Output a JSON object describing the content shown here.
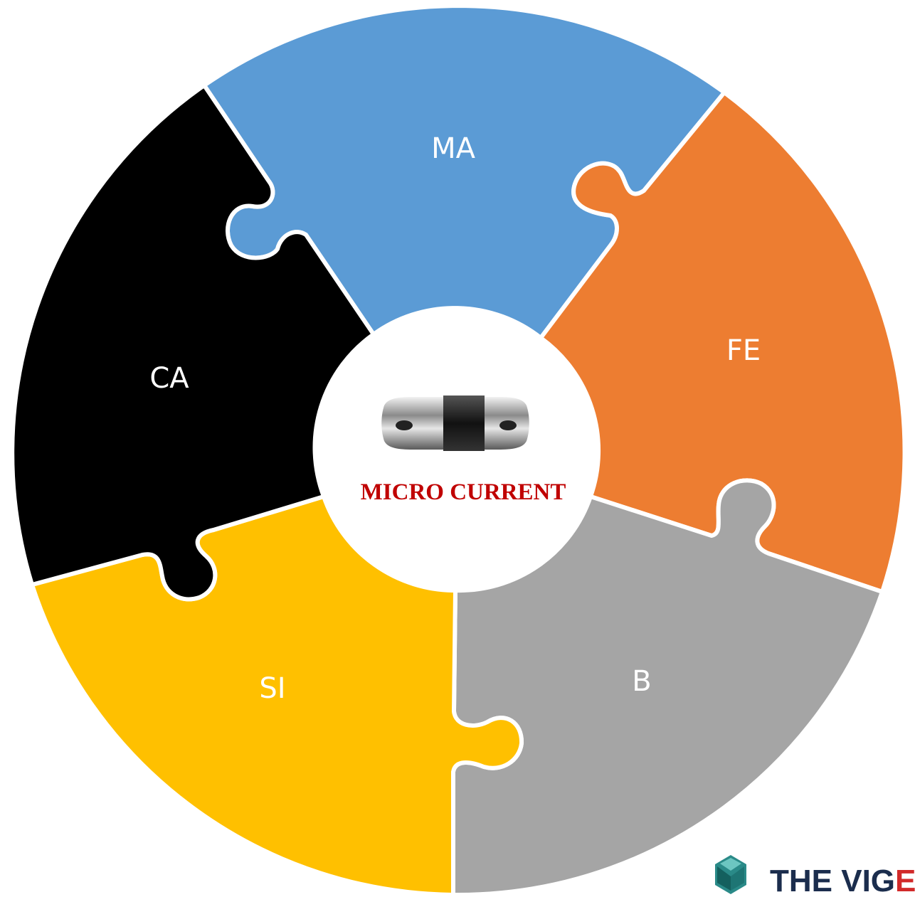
{
  "segments": [
    {
      "id": "ma",
      "label": "MA",
      "color": "#5b9bd5"
    },
    {
      "id": "fe",
      "label": "FE",
      "color": "#ed7d31"
    },
    {
      "id": "b",
      "label": "B",
      "color": "#a5a5a5"
    },
    {
      "id": "si",
      "label": "SI",
      "color": "#ffc000"
    },
    {
      "id": "ca",
      "label": "CA",
      "color": "#000000"
    }
  ],
  "center": {
    "title": "MICRO CURRENT",
    "title_color": "#c00000",
    "image": "micro-current-capsule-icon"
  },
  "logo": {
    "text_dark": "THE VIG",
    "text_red": "E",
    "icon": "vigen-logo-icon"
  }
}
